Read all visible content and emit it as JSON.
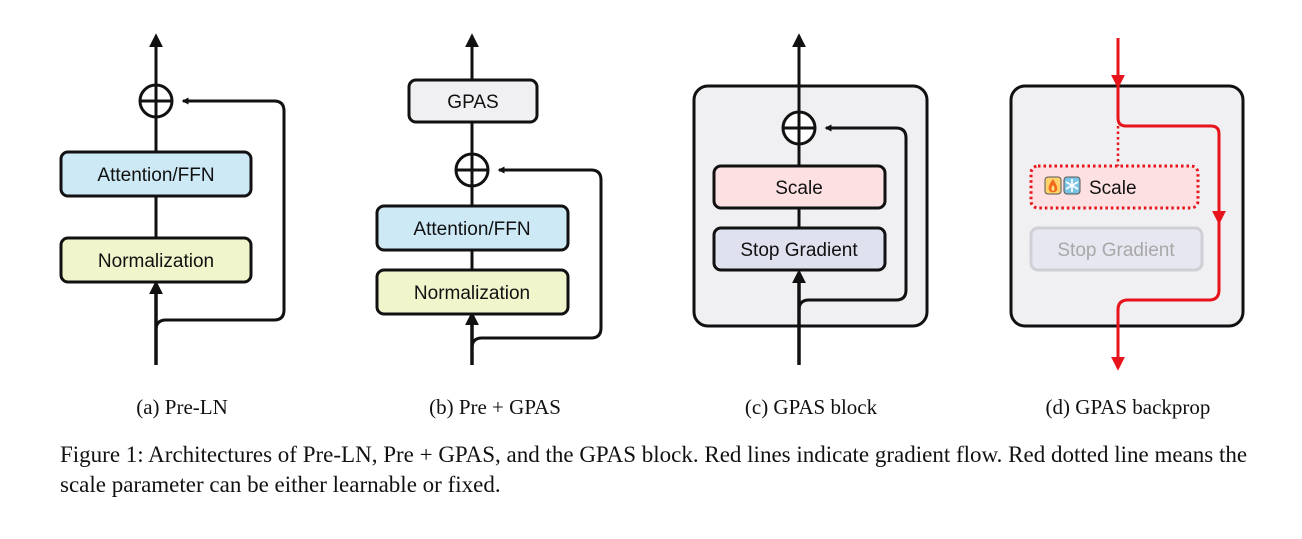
{
  "panels": [
    {
      "id": "a",
      "caption": "(a) Pre-LN",
      "boxes": [
        {
          "label": "Attention/FFN",
          "fill": "#cde9f6"
        },
        {
          "label": "Normalization",
          "fill": "#f1f5cc"
        }
      ]
    },
    {
      "id": "b",
      "caption": "(b) Pre + GPAS",
      "boxes": [
        {
          "label": "GPAS",
          "fill": "#f0f0f2"
        },
        {
          "label": "Attention/FFN",
          "fill": "#cde9f6"
        },
        {
          "label": "Normalization",
          "fill": "#f1f5cc"
        }
      ]
    },
    {
      "id": "c",
      "caption": "(c) GPAS block",
      "boxes": [
        {
          "label": "Scale",
          "fill": "#fde0e2"
        },
        {
          "label": "Stop Gradient",
          "fill": "#dfe1ef"
        }
      ]
    },
    {
      "id": "d",
      "caption": "(d) GPAS backprop",
      "boxes": [
        {
          "label": "Scale",
          "fill": "#fde0e2"
        },
        {
          "label": "Stop Gradient",
          "fill": "#e6e7f0"
        }
      ]
    }
  ],
  "figure_caption": "Figure 1: Architectures of Pre-LN, Pre + GPAS, and the GPAS block. Red lines indicate gradient flow. Red dotted line means the scale parameter can be either learnable or fixed.",
  "colors": {
    "gradient": "#e8141b",
    "block_bg": "#f0f0f2",
    "stroke": "#111111"
  },
  "icons": [
    "fire-icon",
    "snowflake-icon"
  ]
}
